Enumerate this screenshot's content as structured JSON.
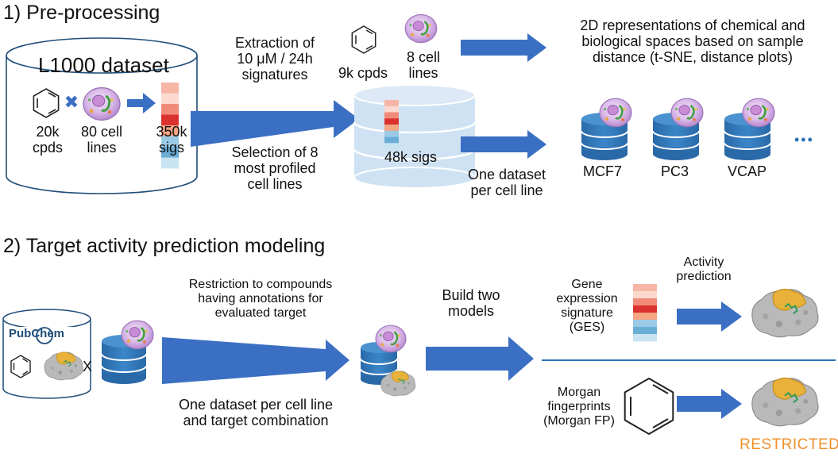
{
  "section1": {
    "heading": "1) Pre-processing",
    "dataset_title": "L1000 dataset",
    "cpds_label_a": "20k",
    "cpds_label_b": "cpds",
    "cells_label_a": "80 cell",
    "cells_label_b": "lines",
    "sigs_label_a": "350k",
    "sigs_label_b": "sigs",
    "extraction_a": "Extraction of",
    "extraction_b": "10 μM / 24h",
    "extraction_c": "signatures",
    "selection_a": "Selection of 8",
    "selection_b": "most profiled",
    "selection_c": "cell lines",
    "subset_cpds": "9k cpds",
    "subset_cells_a": "8 cell",
    "subset_cells_b": "lines",
    "subset_sigs": "48k sigs",
    "repr_a": "2D representations of chemical and",
    "repr_b": "biological spaces based on sample",
    "repr_c": "distance (t-SNE, distance plots)",
    "per_line_a": "One dataset",
    "per_line_b": "per cell line",
    "cell_lines": [
      "MCF7",
      "PC3",
      "VCAP"
    ],
    "more": "•••"
  },
  "section2": {
    "heading": "2) Target activity prediction modeling",
    "pubchem_logo": "PubChem",
    "times": "X",
    "restriction_a": "Restriction to compounds",
    "restriction_b": "having annotations for",
    "restriction_c": "evaluated target",
    "combination_a": "One dataset per cell line",
    "combination_b": "and target combination",
    "build_a": "Build two",
    "build_b": "models",
    "ges_a": "Gene",
    "ges_b": "expression",
    "ges_c": "signature",
    "ges_d": "(GES)",
    "activity_a": "Activity",
    "activity_b": "prediction",
    "morgan_a": "Morgan",
    "morgan_b": "fingerprints",
    "morgan_c": "(Morgan FP)"
  },
  "watermark": "RESTRICTED",
  "colors": {
    "arrow": "#3b6fc4",
    "db_fill": "#2e74b5",
    "db_light": "#cfe2f3",
    "watermark": "#f0902a",
    "signature": [
      "#f6b5a5",
      "#fbd9cf",
      "#f08b7a",
      "#d9322f",
      "#f4a582",
      "#9ccae6",
      "#6aaed6",
      "#c8e3f2"
    ]
  }
}
